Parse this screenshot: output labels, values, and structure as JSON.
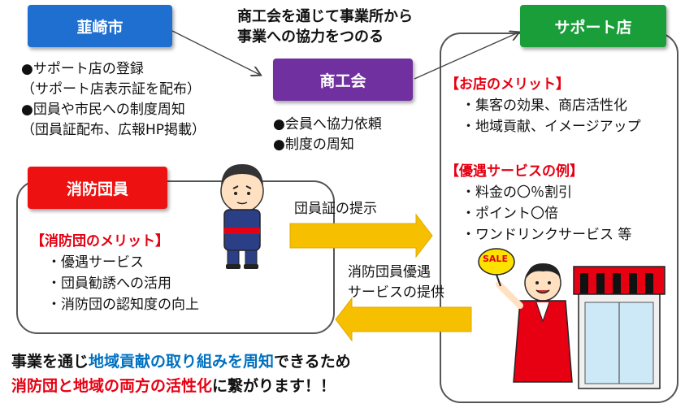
{
  "nirasaki": {
    "label": "韮崎市",
    "items": [
      "●サポート店の登録",
      "（サポート店表示証を配布）",
      "●団員や市民への制度周知",
      "（団員証配布、広報HP掲載）"
    ]
  },
  "top_note": [
    "商工会を通じて事業所から",
    "事業への協力をつのる"
  ],
  "shokokai": {
    "label": "商工会",
    "items": [
      "●会員へ協力依頼",
      "●制度の周知"
    ]
  },
  "support": {
    "label": "サポート店",
    "merit_title": "【お店のメリット】",
    "merits": [
      "・集客の効果、商店活性化",
      "・地域貢献、イメージアップ"
    ],
    "service_title": "【優遇サービスの例】",
    "services": [
      "・料金の〇％割引",
      "・ポイント〇倍",
      "・ワンドリンクサービス 等"
    ]
  },
  "dantai": {
    "label": "消防団員",
    "merit_title": "【消防団のメリット】",
    "merits": [
      "・優遇サービス",
      "・団員勧誘への活用",
      "・消防団の認知度の向上"
    ]
  },
  "arrow_right_label": "団員証の提示",
  "arrow_left_label": [
    "消防団員優遇",
    "サービスの提供"
  ],
  "sale_sign": "SALE",
  "bottom": {
    "line1_a": "事業を通じ",
    "line1_b": "地域貢献の取り組みを周知",
    "line1_c": "できるため",
    "line2_a": "消防団と地域の両方の活性化",
    "line2_b": "に繋がります！！"
  },
  "colors": {
    "blue_box": "#1f6fd1",
    "purple_box": "#7030a0",
    "green_box": "#1a9e3a",
    "red_box": "#ee1111",
    "arrow": "#f6c000"
  }
}
